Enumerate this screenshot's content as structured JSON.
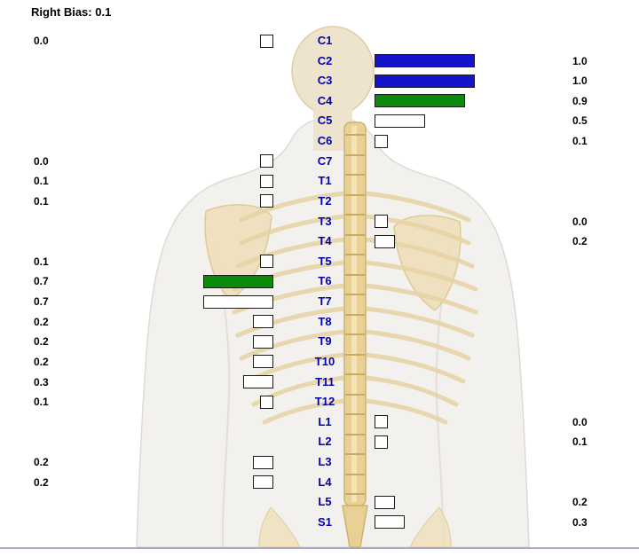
{
  "chart_data": {
    "type": "bar",
    "orientation": "horizontal",
    "title": "Right Bias: 0.1",
    "xlim": [
      0,
      1
    ],
    "categories": [
      "C1",
      "C2",
      "C3",
      "C4",
      "C5",
      "C6",
      "C7",
      "T1",
      "T2",
      "T3",
      "T4",
      "T5",
      "T6",
      "T7",
      "T8",
      "T9",
      "T10",
      "T11",
      "T12",
      "L1",
      "L2",
      "L3",
      "L4",
      "L5",
      "S1"
    ],
    "values": [
      0.0,
      1.0,
      1.0,
      0.9,
      0.5,
      0.1,
      0.0,
      0.1,
      0.1,
      0.0,
      0.2,
      0.1,
      0.7,
      0.7,
      0.2,
      0.2,
      0.2,
      0.3,
      0.1,
      0.0,
      0.1,
      0.2,
      0.2,
      0.2,
      0.3
    ],
    "value_labels": [
      "0.0",
      "1.0",
      "1.0",
      "0.9",
      "0.5",
      "0.1",
      "0.0",
      "0.1",
      "0.1",
      "0.0",
      "0.2",
      "0.1",
      "0.7",
      "0.7",
      "0.2",
      "0.2",
      "0.2",
      "0.3",
      "0.1",
      "0.0",
      "0.1",
      "0.2",
      "0.2",
      "0.2",
      "0.3"
    ],
    "sides": [
      "left",
      "right",
      "right",
      "right",
      "right",
      "right",
      "left",
      "left",
      "left",
      "right",
      "right",
      "left",
      "left",
      "left",
      "left",
      "left",
      "left",
      "left",
      "left",
      "right",
      "right",
      "left",
      "left",
      "right",
      "right"
    ],
    "bar_colors": [
      "white",
      "blue",
      "blue",
      "green",
      "white",
      "white",
      "white",
      "white",
      "white",
      "white",
      "white",
      "white",
      "green",
      "white",
      "white",
      "white",
      "white",
      "white",
      "white",
      "white",
      "white",
      "white",
      "white",
      "white",
      "white"
    ]
  },
  "colors": {
    "bar_blue": "#1414cc",
    "bar_green": "#0c8a0c",
    "bar_white": "#ffffff",
    "bar_border": "#1a1a1a",
    "vertebra_label": "#0000b0",
    "value_text": "#000000",
    "divider": "#a6a6c6"
  }
}
